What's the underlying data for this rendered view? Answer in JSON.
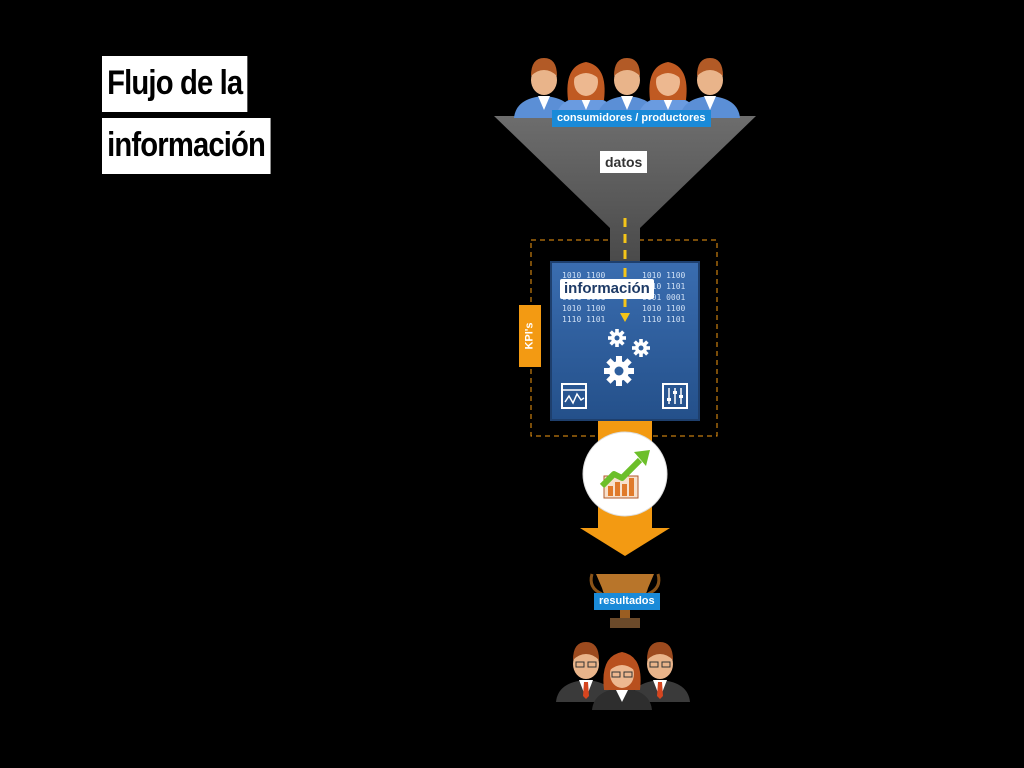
{
  "title": {
    "line1": "Flujo de la",
    "line2": "información"
  },
  "funnel": {
    "top_label": "consumidores / productores",
    "mid_label": "datos"
  },
  "processing": {
    "label": "información",
    "binary_left": "1010 1100\n1110 1101\n0101 0001\n1010 1100\n1110 1101",
    "binary_right": "1010 1100\n1110 1101\n0101 0001\n1010 1100\n1110 1101",
    "side_label": "KPI's"
  },
  "output": {
    "label": "resultados"
  },
  "icons": {
    "people_top": "person-icon",
    "gears": "gears-icon",
    "monitor": "monitor-chart-icon",
    "mixer": "settings-sliders-icon",
    "growth": "growth-chart-icon",
    "trophy": "trophy-icon",
    "executives": "executive-icon"
  },
  "colors": {
    "background": "#000000",
    "funnel": "#5b5b5b",
    "panel": "#2e5f9e",
    "arrow": "#f39a12",
    "tag_blue": "#1a8ad8"
  }
}
